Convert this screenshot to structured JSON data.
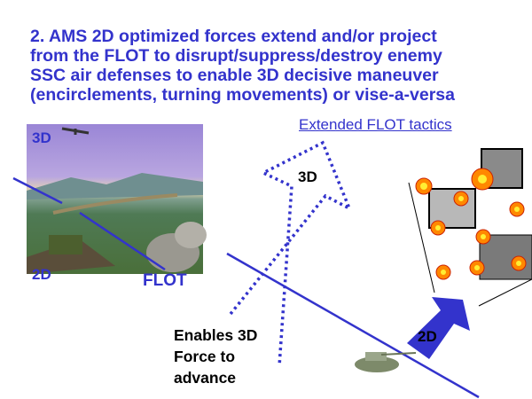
{
  "title_lines": [
    "2. AMS 2D optimized forces extend and/or project",
    "from the FLOT to disrupt/suppress/destroy enemy",
    "SSC air defenses to enable 3D decisive maneuver",
    "(encirclements, turning movements) or vise-a-versa"
  ],
  "link": "Extended FLOT tactics",
  "labels": {
    "photo_3d": "3D",
    "photo_2d": "2D",
    "flot": "FLOT",
    "arrow_3d": "3D",
    "arrow_2d": "2D"
  },
  "enables_lines": [
    "Enables 3D",
    "Force to",
    "advance"
  ],
  "colors": {
    "accent": "#3333cc"
  }
}
